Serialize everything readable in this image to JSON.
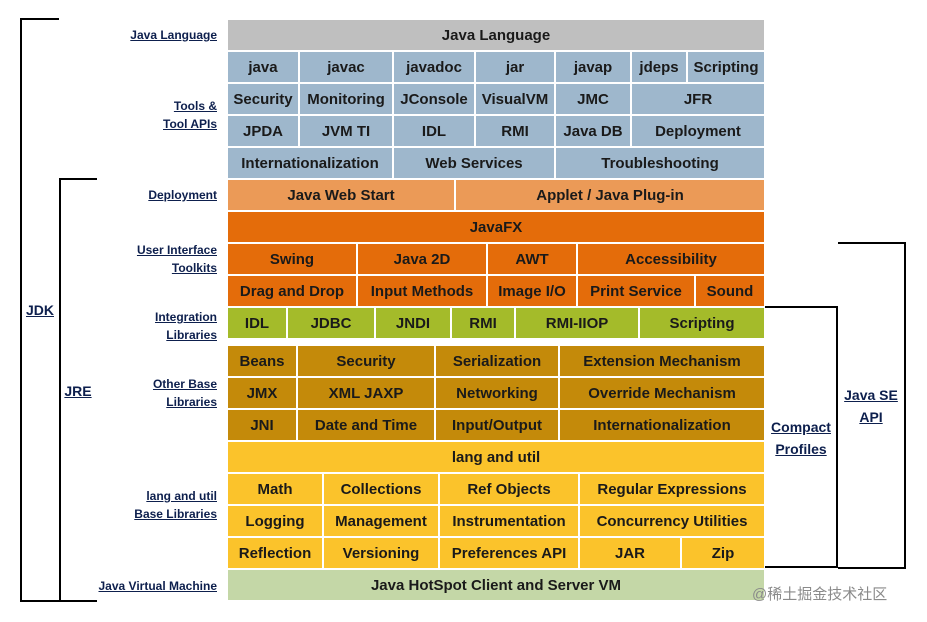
{
  "left_labels": {
    "java_language": [
      "Java Language"
    ],
    "tools": [
      "Tools &",
      "Tool APIs"
    ],
    "deployment": [
      "Deployment"
    ],
    "ui_toolkits": [
      "User Interface",
      "Toolkits"
    ],
    "integration": [
      "Integration",
      "Libraries"
    ],
    "other_base": [
      "Other Base",
      "Libraries"
    ],
    "lang_util": [
      "lang and util",
      "Base Libraries"
    ],
    "jvm": [
      "Java Virtual Machine"
    ]
  },
  "brackets": {
    "jdk": "JDK",
    "jre": "JRE",
    "compact": [
      "Compact",
      "Profiles"
    ],
    "javase": [
      "Java SE",
      "API"
    ]
  },
  "rows": {
    "language": [
      "Java Language"
    ],
    "tools1": [
      "java",
      "javac",
      "javadoc",
      "jar",
      "javap",
      "jdeps",
      "Scripting"
    ],
    "tools2": [
      "Security",
      "Monitoring",
      "JConsole",
      "VisualVM",
      "JMC",
      "JFR"
    ],
    "tools3": [
      "JPDA",
      "JVM TI",
      "IDL",
      "RMI",
      "Java DB",
      "Deployment"
    ],
    "tools4": [
      "Internationalization",
      "Web Services",
      "Troubleshooting"
    ],
    "deploy": [
      "Java Web Start",
      "Applet / Java Plug-in"
    ],
    "javafx": [
      "JavaFX"
    ],
    "ui1": [
      "Swing",
      "Java 2D",
      "AWT",
      "Accessibility"
    ],
    "ui2": [
      "Drag and Drop",
      "Input Methods",
      "Image I/O",
      "Print Service",
      "Sound"
    ],
    "integ": [
      "IDL",
      "JDBC",
      "JNDI",
      "RMI",
      "RMI-IIOP",
      "Scripting"
    ],
    "base1": [
      "Beans",
      "Security",
      "Serialization",
      "Extension Mechanism"
    ],
    "base2": [
      "JMX",
      "XML JAXP",
      "Networking",
      "Override Mechanism"
    ],
    "base3": [
      "JNI",
      "Date and Time",
      "Input/Output",
      "Internationalization"
    ],
    "langutil": [
      "lang and util"
    ],
    "lu1": [
      "Math",
      "Collections",
      "Ref Objects",
      "Regular Expressions"
    ],
    "lu2": [
      "Logging",
      "Management",
      "Instrumentation",
      "Concurrency Utilities"
    ],
    "lu3": [
      "Reflection",
      "Versioning",
      "Preferences API",
      "JAR",
      "Zip"
    ],
    "vm": [
      "Java HotSpot Client and Server VM"
    ]
  },
  "watermark": "@稀土掘金技术社区"
}
